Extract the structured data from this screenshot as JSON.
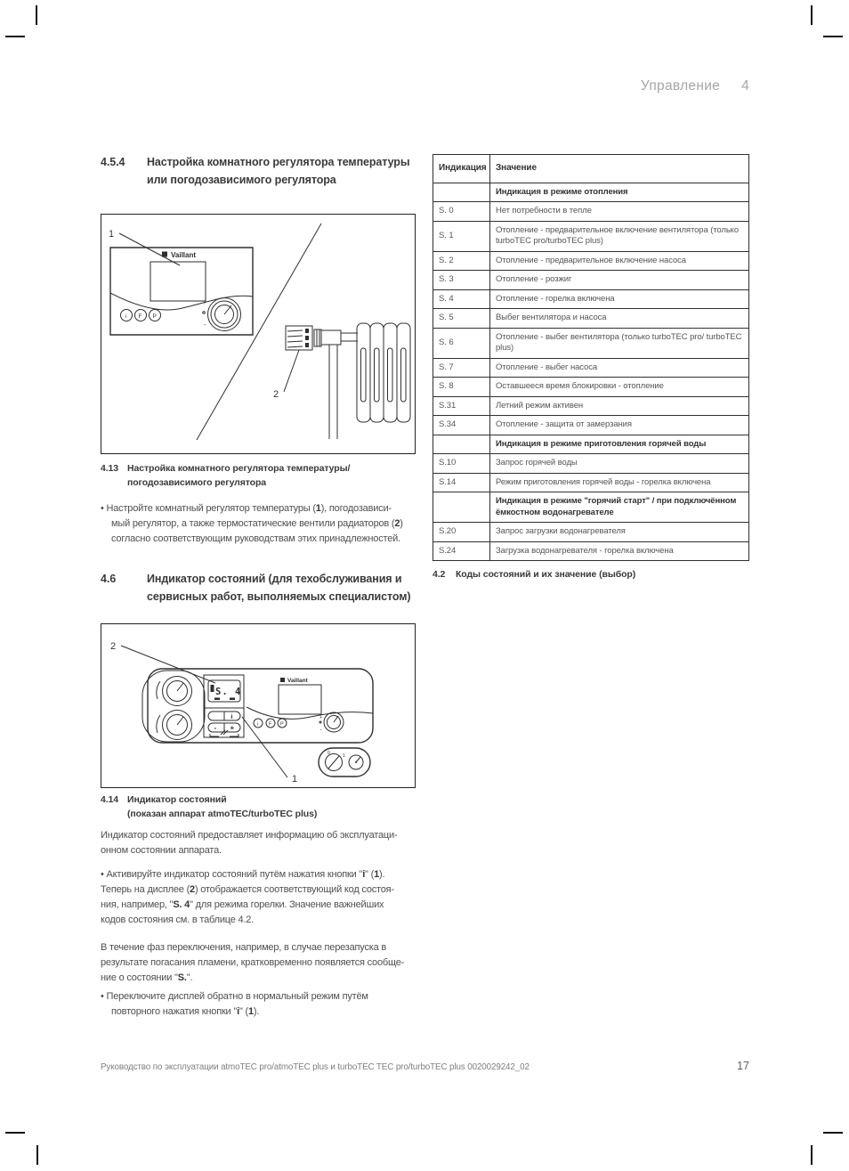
{
  "page": {
    "header": {
      "section_title": "Управление",
      "section_number": "4"
    },
    "footer": {
      "document_title": "Руководство по эксплуатации atmoTEC pro/atmoTEC plus и turboTEC TEC pro/turboTEC plus 0020029242_02",
      "page_number": "17"
    }
  },
  "sections": {
    "s454": {
      "number": "4.5.4",
      "title": "Настройка комнатного регулятора температуры\nили погодозависимого регулятора"
    },
    "s46": {
      "number": "4.6",
      "title": "Индикатор состояний (для техобслуживания и\nсервисных работ, выполняемых специалистом)"
    }
  },
  "figure_413": {
    "caption_number": "4.13",
    "caption": "Настройка комнатного регулятора температуры/\nпогодозависимого регулятора",
    "callout_1": "1",
    "callout_2": "2",
    "brand": "Vaillant",
    "buttons": {
      "info": "i",
      "f": "F",
      "p": "P"
    },
    "dial_marks": {
      "plus": "+",
      "minus": "-"
    }
  },
  "figure_414": {
    "caption_number": "4.14",
    "caption": "Индикатор состояний\n(показан аппарат atmoTEC/turboTEC plus)",
    "callout_1": "1",
    "callout_2": "2",
    "brand": "Vaillant",
    "display_code": "S. 4",
    "buttons": {
      "info": "i",
      "minus": "-",
      "plus": "+",
      "f": "F",
      "p": "P"
    },
    "dial_marks": {
      "plus": "+",
      "minus": "-"
    },
    "switch": {
      "off": "0",
      "on": "1"
    }
  },
  "paragraphs": {
    "setup_bullet": [
      {
        "t": "• Настройте комнатный регулятор температуры ("
      },
      {
        "t": "1",
        "b": true
      },
      {
        "t": "), погодозависи-\nмый регулятор, а также термостатические вентили радиаторов ("
      },
      {
        "t": "2",
        "b": true
      },
      {
        "t": ")\nсогласно соответствующим руководствам этих принадлежностей."
      }
    ],
    "indicator_intro": [
      {
        "t": "Индикатор состояний предоставляет информацию об эксплуатаци-\nонном состоянии аппарата."
      }
    ],
    "activate_bullet": [
      {
        "t": "• Активируйте индикатор состояний путём нажатия кнопки \""
      },
      {
        "t": "i",
        "b": true
      },
      {
        "t": "\" ("
      },
      {
        "t": "1",
        "b": true
      },
      {
        "t": ").\nТеперь на дисплее ("
      },
      {
        "t": "2",
        "b": true
      },
      {
        "t": ") отображается соответствующий код состоя-\nния, например, \""
      },
      {
        "t": "S. 4",
        "b": true
      },
      {
        "t": "\" для режима горелки. Значение важнейших\nкодов состояния см. в таблице 4.2."
      }
    ],
    "switching_note": [
      {
        "t": "В течение фаз переключения, например, в случае перезапуска в\nрезультате погасания пламени, кратковременно появляется сообще-\nние о состоянии \""
      },
      {
        "t": "S.",
        "b": true
      },
      {
        "t": "\"."
      }
    ],
    "switch_back_bullet": [
      {
        "t": "• Переключите дисплей обратно в нормальный режим путём\nповторного нажатия кнопки \""
      },
      {
        "t": "i",
        "b": true
      },
      {
        "t": "\" ("
      },
      {
        "t": "1",
        "b": true
      },
      {
        "t": ")."
      }
    ]
  },
  "table": {
    "caption_number": "4.2",
    "caption": "Коды состояний и их значение (выбор)",
    "headers": [
      "Индикация",
      "Значение"
    ],
    "rows": [
      {
        "section": true,
        "text": "Индикация в режиме отопления"
      },
      {
        "code": "S. 0",
        "text": "Нет потребности в тепле"
      },
      {
        "code": "S. 1",
        "text": "Отопление - предварительное включение вентилятора (только turboTEC pro/turboTEC plus)"
      },
      {
        "code": "S. 2",
        "text": "Отопление - предварительное включение насоса"
      },
      {
        "code": "S. 3",
        "text": "Отопление - розжиг"
      },
      {
        "code": "S. 4",
        "text": "Отопление - горелка включена"
      },
      {
        "code": "S. 5",
        "text": "Выбег вентилятора и насоса"
      },
      {
        "code": "S. 6",
        "text": "Отопление - выбег вентилятора (только turboTEC pro/ turboTEC plus)"
      },
      {
        "code": "S. 7",
        "text": "Отопление - выбег насоса"
      },
      {
        "code": "S. 8",
        "text": "Оставшееся время блокировки - отопление"
      },
      {
        "code": "S.31",
        "text": "Летний режим активен"
      },
      {
        "code": "S.34",
        "text": "Отопление - защита от замерзания"
      },
      {
        "section": true,
        "text": "Индикация в режиме приготовления горячей воды"
      },
      {
        "code": "S.10",
        "text": "Запрос горячей воды"
      },
      {
        "code": "S.14",
        "text": "Режим приготовления горячей воды - горелка включена"
      },
      {
        "section": true,
        "text": "Индикация в режиме \"горячий старт\" / при подключён­ном ёмкостном водонагревателе"
      },
      {
        "code": "S.20",
        "text": "Запрос загрузки водонагревателя"
      },
      {
        "code": "S.24",
        "text": "Загрузка водонагревателя - горелка включена"
      }
    ]
  }
}
